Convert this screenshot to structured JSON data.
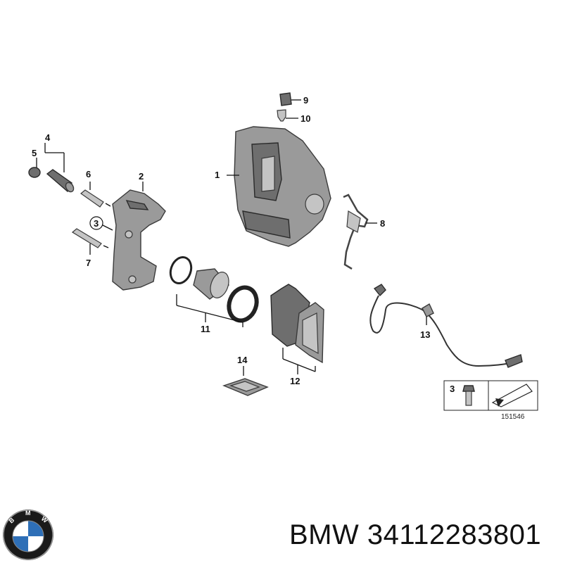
{
  "callouts": {
    "c1": "1",
    "c2": "2",
    "c3": "3",
    "c4": "4",
    "c5": "5",
    "c6": "6",
    "c7": "7",
    "c8": "8",
    "c9": "9",
    "c10": "10",
    "c11": "11",
    "c12": "12",
    "c13": "13",
    "c14": "14",
    "c3_legend": "3"
  },
  "diagram_number": "151546",
  "logo_letters": "BMW",
  "brand_line": "BMW 34112283801",
  "colors": {
    "part_fill": "#9a9a9a",
    "outline": "#3a3a3a",
    "logo_blue": "#2e6fb7"
  }
}
